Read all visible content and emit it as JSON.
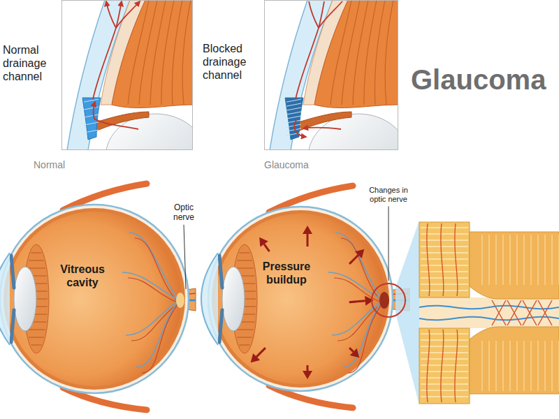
{
  "diagram": {
    "title": "Glaucoma",
    "labels": [
      "Normal drainage channel",
      "Blocked drainage channel",
      "Normal",
      "Glaucoma",
      "Vitreous cavity",
      "Optic nerve",
      "Pressure buildup",
      "Changes in optic nerve"
    ]
  }
}
